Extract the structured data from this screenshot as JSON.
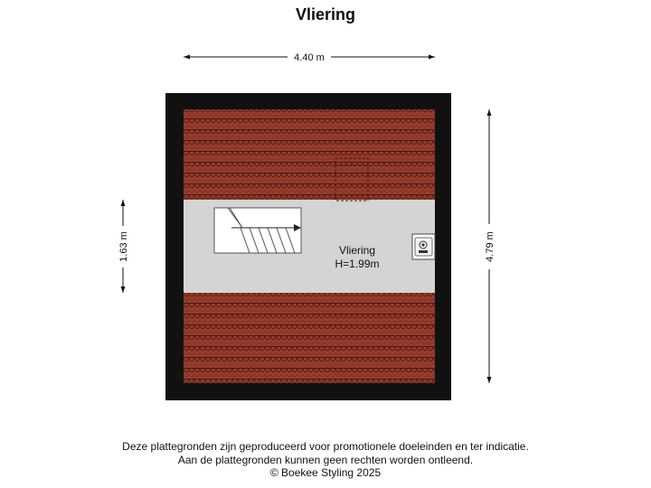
{
  "title": "Vliering",
  "dimensions": {
    "width": "4.40 m",
    "height": "4.79 m",
    "room_depth": "1.63 m"
  },
  "room": {
    "name": "Vliering",
    "height_label": "H=1.99m"
  },
  "footer": {
    "line1": "Deze plattegronden zijn geproduceerd voor promotionele doeleinden en ter indicatie.",
    "line2": "Aan de plattegronden kunnen geen rechten worden ontleend.",
    "line3": "© Boekee Styling 2025"
  },
  "colors": {
    "wall": "#111111",
    "roof_tile": "#9a3b2c",
    "roof_line": "#3e1a12",
    "floor": "#d4d4d4"
  },
  "icons": {
    "stairs": "stairs-icon",
    "boiler": "boiler-icon"
  }
}
